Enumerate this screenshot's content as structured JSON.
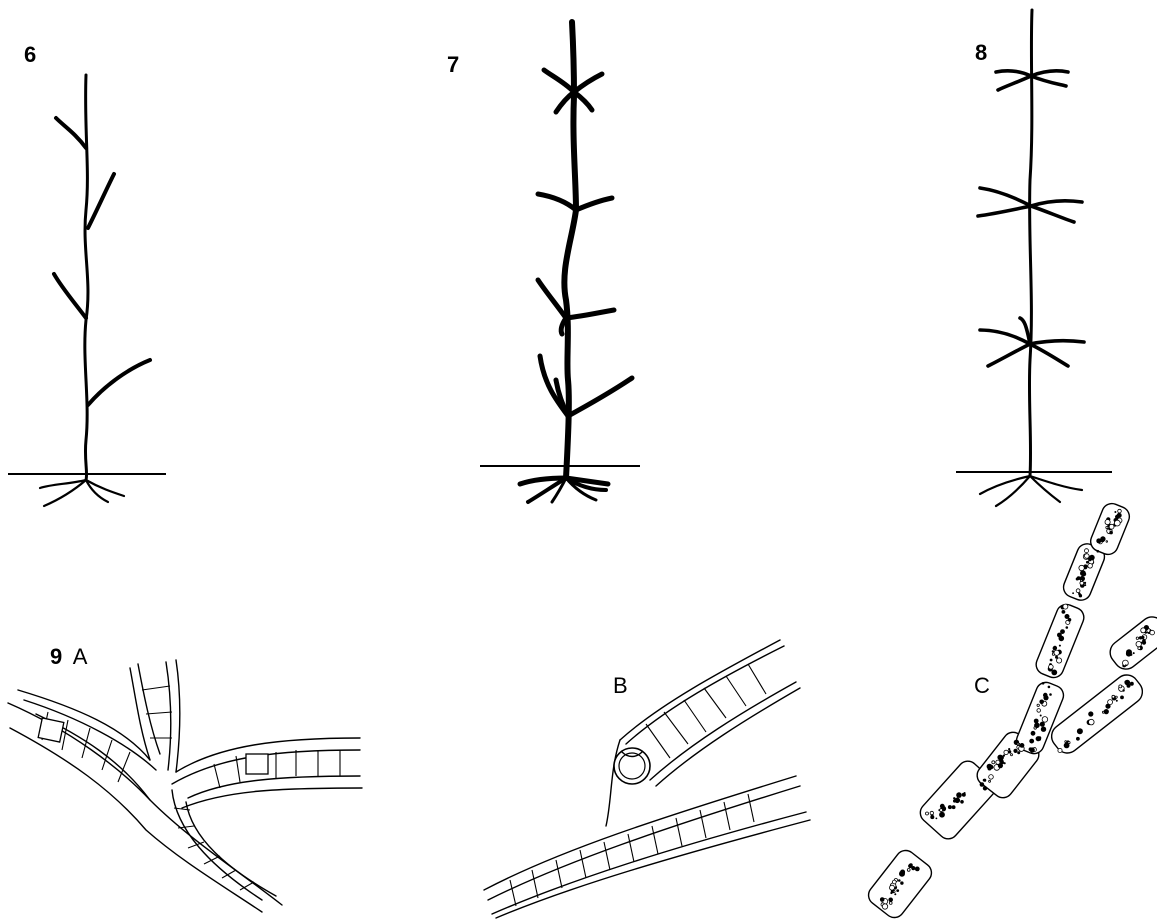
{
  "figure": {
    "panels": [
      {
        "id": "6",
        "label": "6"
      },
      {
        "id": "7",
        "label": "7"
      },
      {
        "id": "8",
        "label": "8"
      },
      {
        "id": "9A",
        "label": "9",
        "sublabel": "A"
      },
      {
        "id": "9B",
        "label": "B"
      },
      {
        "id": "9C",
        "label": "C"
      }
    ]
  },
  "colors": {
    "ink": "#000000",
    "background": "#ffffff"
  }
}
